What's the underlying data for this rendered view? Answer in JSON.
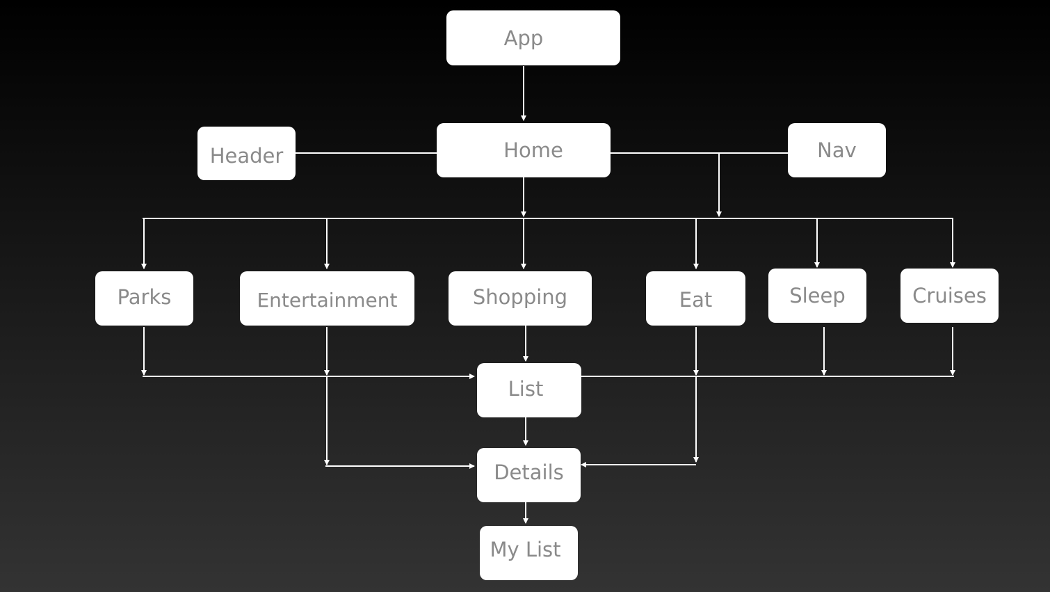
{
  "diagram": {
    "nodes": {
      "app": "App",
      "home": "Home",
      "header": "Header",
      "nav": "Nav",
      "parks": "Parks",
      "entertainment": "Entertainment",
      "shopping": "Shopping",
      "eat": "Eat",
      "sleep": "Sleep",
      "cruises": "Cruises",
      "list": "List",
      "details": "Details",
      "my_list": "My List"
    },
    "edges": [
      {
        "from": "app",
        "to": "home"
      },
      {
        "from": "home",
        "to": "header"
      },
      {
        "from": "home",
        "to": "nav"
      },
      {
        "from": "home",
        "to": "parks"
      },
      {
        "from": "home",
        "to": "entertainment"
      },
      {
        "from": "home",
        "to": "shopping"
      },
      {
        "from": "home",
        "to": "eat"
      },
      {
        "from": "home",
        "to": "sleep"
      },
      {
        "from": "home",
        "to": "cruises"
      },
      {
        "from": "nav",
        "to": "parks"
      },
      {
        "from": "nav",
        "to": "entertainment"
      },
      {
        "from": "nav",
        "to": "shopping"
      },
      {
        "from": "nav",
        "to": "eat"
      },
      {
        "from": "nav",
        "to": "sleep"
      },
      {
        "from": "nav",
        "to": "cruises"
      },
      {
        "from": "parks",
        "to": "list"
      },
      {
        "from": "entertainment",
        "to": "list"
      },
      {
        "from": "shopping",
        "to": "list"
      },
      {
        "from": "eat",
        "to": "list"
      },
      {
        "from": "sleep",
        "to": "list"
      },
      {
        "from": "cruises",
        "to": "list"
      },
      {
        "from": "entertainment",
        "to": "details"
      },
      {
        "from": "eat",
        "to": "details"
      },
      {
        "from": "list",
        "to": "details"
      },
      {
        "from": "details",
        "to": "my_list"
      }
    ],
    "colors": {
      "background_top": "#000000",
      "background_bottom": "#333333",
      "node_fill": "#ffffff",
      "node_text": "#8a8a8a",
      "connector": "#ffffff"
    }
  }
}
